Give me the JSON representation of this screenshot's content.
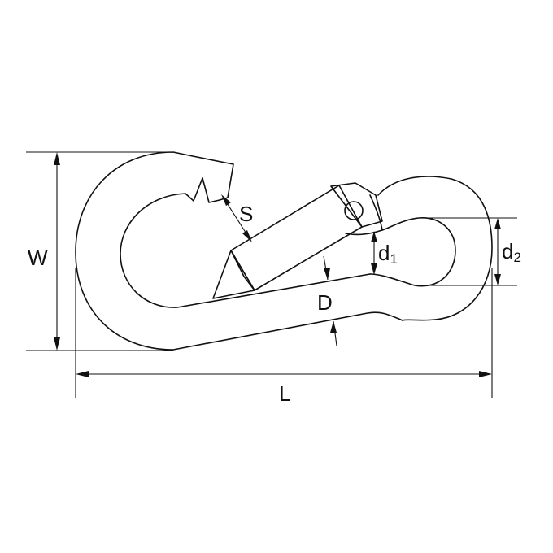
{
  "diagram": {
    "labels": {
      "width": "W",
      "length": "L",
      "gate_opening": "S",
      "wire_diameter": "D",
      "inner_eye_d1_main": "d",
      "inner_eye_d1_sub": "1",
      "outer_eye_d2_main": "d",
      "outer_eye_d2_sub": "2"
    }
  }
}
